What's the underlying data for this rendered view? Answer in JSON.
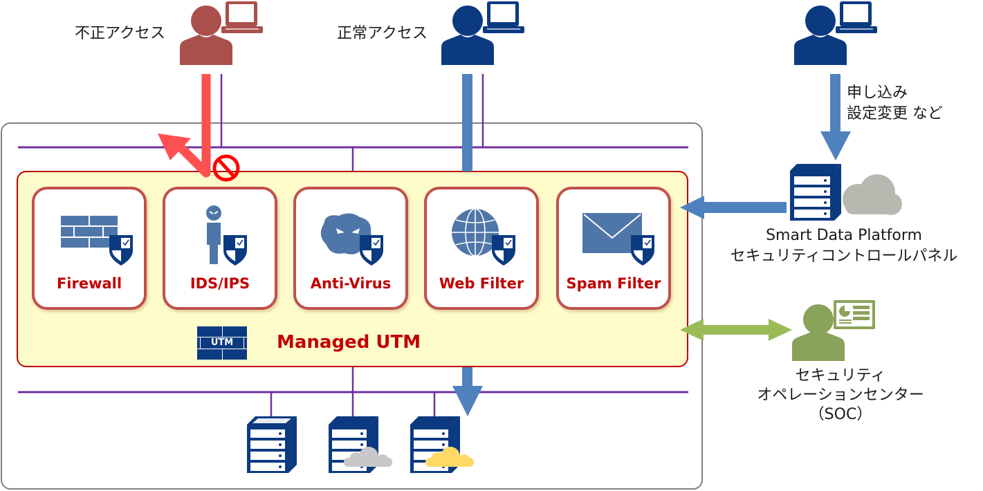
{
  "actors": {
    "unauthorized": {
      "label": "不正アクセス",
      "icon": "person-laptop-icon",
      "color": "#a9504d"
    },
    "normal": {
      "label": "正常アクセス",
      "icon": "person-laptop-icon",
      "color": "#0b3a80"
    },
    "admin": {
      "label": "",
      "icon": "person-laptop-icon",
      "color": "#0b3a80"
    }
  },
  "request_note": {
    "line1": "申し込み",
    "line2": "設定変更 など"
  },
  "modules": [
    {
      "label": "Firewall",
      "icon": "brick-wall-icon"
    },
    {
      "label": "IDS/IPS",
      "icon": "intruder-icon"
    },
    {
      "label": "Anti-Virus",
      "icon": "virus-icon"
    },
    {
      "label": "Web Filter",
      "icon": "globe-icon"
    },
    {
      "label": "Spam Filter",
      "icon": "envelope-icon"
    }
  ],
  "utm": {
    "badge": "UTM",
    "title": "Managed UTM"
  },
  "platform": {
    "line1": "Smart Data Platform",
    "line2": "セキュリティコントロールパネル"
  },
  "soc": {
    "line1": "セキュリティ",
    "line2": "オペレーションセンター",
    "line3": "（SOC）"
  },
  "colors": {
    "block_arrow": "#ff5050",
    "normal_flow": "#4f81bd",
    "soc_flow": "#9bbb59",
    "network_line": "#7030a0",
    "module_border": "#c0504d",
    "module_text": "#c00000",
    "utm_fill": "#fffccc",
    "server": "#0b3a80"
  }
}
